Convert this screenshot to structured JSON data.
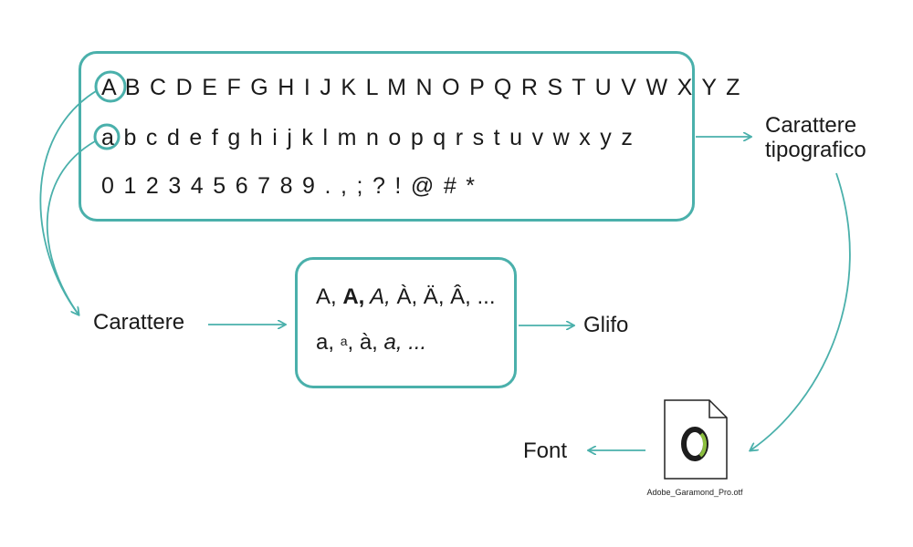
{
  "charset": {
    "uppercase": "ABCDEFGHIJKLMNOPQRSTUVWXYZ",
    "lowercase": "abcdefghijklmnopqrstuvwxyz",
    "digits_symbols": "0123456789.,;?!@#*"
  },
  "glyphs": {
    "line1": {
      "p1": "A, ",
      "bold": "A,",
      "italic": " A,",
      "rest": " À, Ä, Â, ..."
    },
    "line2": {
      "p1": "a, ",
      "sup": "a",
      "mid": ", à, ",
      "italic": "a, ..."
    }
  },
  "labels": {
    "carattere": "Carattere",
    "glifo": "Glifo",
    "font": "Font",
    "carattere_tipografico": [
      "Carattere",
      "tipografico"
    ]
  },
  "file": {
    "name": "Adobe_Garamond_Pro.otf",
    "icon_letter": "O"
  },
  "colors": {
    "accent": "#4ab0ab",
    "icon_letter": "#1d1d1d",
    "icon_highlight": "#8cbf3f"
  }
}
